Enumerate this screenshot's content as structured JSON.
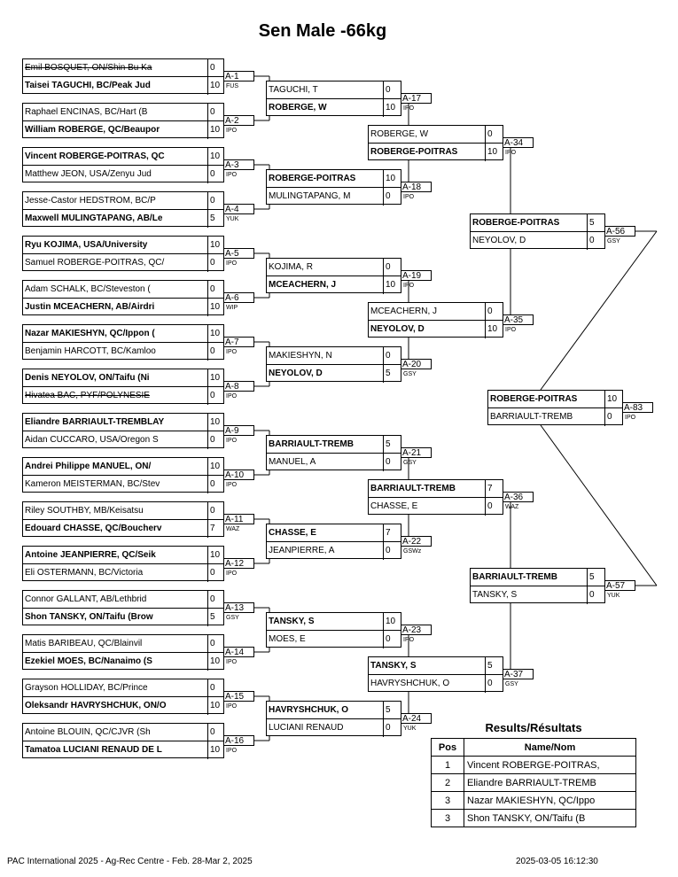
{
  "title": "Sen Male -66kg",
  "round1": [
    {
      "label": "A-1",
      "top": {
        "name": "Emil BOSQUET, ON/Shin Bu Ka",
        "score": "0",
        "strike": true
      },
      "bottom": {
        "name": "Taisei TAGUCHI, BC/Peak Jud",
        "score": "10",
        "bold": true
      },
      "tech": "FUS"
    },
    {
      "label": "A-2",
      "top": {
        "name": "Raphael ENCINAS, BC/Hart (B",
        "score": "0"
      },
      "bottom": {
        "name": "William ROBERGE, QC/Beaupor",
        "score": "10",
        "bold": true
      },
      "tech": "IPO"
    },
    {
      "label": "A-3",
      "top": {
        "name": "Vincent ROBERGE-POITRAS, QC",
        "score": "10",
        "bold": true
      },
      "bottom": {
        "name": "Matthew JEON, USA/Zenyu Jud",
        "score": "0"
      },
      "tech": "IPO"
    },
    {
      "label": "A-4",
      "top": {
        "name": "Jesse-Castor HEDSTROM, BC/P",
        "score": "0"
      },
      "bottom": {
        "name": "Maxwell MULINGTAPANG, AB/Le",
        "score": "5",
        "bold": true
      },
      "tech": "YUK"
    },
    {
      "label": "A-5",
      "top": {
        "name": "Ryu KOJIMA, USA/University",
        "score": "10",
        "bold": true
      },
      "bottom": {
        "name": "Samuel ROBERGE-POITRAS, QC/",
        "score": "0"
      },
      "tech": "IPO"
    },
    {
      "label": "A-6",
      "top": {
        "name": "Adam SCHALK, BC/Steveston (",
        "score": "0"
      },
      "bottom": {
        "name": "Justin MCEACHERN, AB/Airdri",
        "score": "10",
        "bold": true
      },
      "tech": "WIP"
    },
    {
      "label": "A-7",
      "top": {
        "name": "Nazar MAKIESHYN, QC/Ippon (",
        "score": "10",
        "bold": true
      },
      "bottom": {
        "name": "Benjamin HARCOTT, BC/Kamloo",
        "score": "0"
      },
      "tech": "IPO"
    },
    {
      "label": "A-8",
      "top": {
        "name": "Denis NEYOLOV, ON/Taifu (Ni",
        "score": "10",
        "bold": true
      },
      "bottom": {
        "name": "Hivatea BAC, PYF/POLYNESIE",
        "score": "0",
        "strike": true
      },
      "tech": "IPO"
    },
    {
      "label": "A-9",
      "top": {
        "name": "Eliandre BARRIAULT-TREMBLAY",
        "score": "10",
        "bold": true
      },
      "bottom": {
        "name": "Aidan CUCCARO, USA/Oregon S",
        "score": "0"
      },
      "tech": "IPO"
    },
    {
      "label": "A-10",
      "top": {
        "name": "Andrei Philippe MANUEL, ON/",
        "score": "10",
        "bold": true
      },
      "bottom": {
        "name": "Kameron MEISTERMAN, BC/Stev",
        "score": "0"
      },
      "tech": "IPO"
    },
    {
      "label": "A-11",
      "top": {
        "name": "Riley SOUTHBY, MB/Keisatsu",
        "score": "0"
      },
      "bottom": {
        "name": "Edouard CHASSE, QC/Boucherv",
        "score": "7",
        "bold": true
      },
      "tech": "WAZ"
    },
    {
      "label": "A-12",
      "top": {
        "name": "Antoine JEANPIERRE, QC/Seik",
        "score": "10",
        "bold": true
      },
      "bottom": {
        "name": "Eli OSTERMANN, BC/Victoria",
        "score": "0"
      },
      "tech": "IPO"
    },
    {
      "label": "A-13",
      "top": {
        "name": "Connor GALLANT, AB/Lethbrid",
        "score": "0"
      },
      "bottom": {
        "name": "Shon TANSKY, ON/Taifu (Brow",
        "score": "5",
        "bold": true
      },
      "tech": "GSY"
    },
    {
      "label": "A-14",
      "top": {
        "name": "Matis BARIBEAU, QC/Blainvil",
        "score": "0"
      },
      "bottom": {
        "name": "Ezekiel MOES, BC/Nanaimo (S",
        "score": "10",
        "bold": true
      },
      "tech": "IPO"
    },
    {
      "label": "A-15",
      "top": {
        "name": "Grayson HOLLIDAY, BC/Prince",
        "score": "0"
      },
      "bottom": {
        "name": "Oleksandr HAVRYSHCHUK, ON/O",
        "score": "10",
        "bold": true
      },
      "tech": "IPO"
    },
    {
      "label": "A-16",
      "top": {
        "name": "Antoine BLOUIN, QC/CJVR (Sh",
        "score": "0"
      },
      "bottom": {
        "name": "Tamatoa LUCIANI RENAUD DE L",
        "score": "10",
        "bold": true
      },
      "tech": "IPO"
    }
  ],
  "round2": [
    {
      "label": "A-17",
      "top": {
        "name": "TAGUCHI, T",
        "score": "0"
      },
      "bottom": {
        "name": "ROBERGE, W",
        "score": "10",
        "bold": true
      },
      "tech": "IPO"
    },
    {
      "label": "A-18",
      "top": {
        "name": "ROBERGE-POITRAS",
        "score": "10",
        "bold": true
      },
      "bottom": {
        "name": "MULINGTAPANG, M",
        "score": "0"
      },
      "tech": "IPO"
    },
    {
      "label": "A-19",
      "top": {
        "name": "KOJIMA, R",
        "score": "0"
      },
      "bottom": {
        "name": "MCEACHERN, J",
        "score": "10",
        "bold": true
      },
      "tech": "IPO"
    },
    {
      "label": "A-20",
      "top": {
        "name": "MAKIESHYN, N",
        "score": "0"
      },
      "bottom": {
        "name": "NEYOLOV, D",
        "score": "5",
        "bold": true
      },
      "tech": "GSY"
    },
    {
      "label": "A-21",
      "top": {
        "name": "BARRIAULT-TREMB",
        "score": "5",
        "bold": true
      },
      "bottom": {
        "name": "MANUEL, A",
        "score": "0"
      },
      "tech": "GSY"
    },
    {
      "label": "A-22",
      "top": {
        "name": "CHASSE, E",
        "score": "7",
        "bold": true
      },
      "bottom": {
        "name": "JEANPIERRE, A",
        "score": "0"
      },
      "tech": "GSWz"
    },
    {
      "label": "A-23",
      "top": {
        "name": "TANSKY, S",
        "score": "10",
        "bold": true
      },
      "bottom": {
        "name": "MOES, E",
        "score": "0"
      },
      "tech": "IPO"
    },
    {
      "label": "A-24",
      "top": {
        "name": "HAVRYSHCHUK, O",
        "score": "5",
        "bold": true
      },
      "bottom": {
        "name": "LUCIANI RENAUD",
        "score": "0"
      },
      "tech": "YUK"
    }
  ],
  "round3": [
    {
      "label": "A-34",
      "top": {
        "name": "ROBERGE, W",
        "score": "0"
      },
      "bottom": {
        "name": "ROBERGE-POITRAS",
        "score": "10",
        "bold": true
      },
      "tech": "IPO"
    },
    {
      "label": "A-35",
      "top": {
        "name": "MCEACHERN, J",
        "score": "0"
      },
      "bottom": {
        "name": "NEYOLOV, D",
        "score": "10",
        "bold": true
      },
      "tech": "IPO"
    },
    {
      "label": "A-36",
      "top": {
        "name": "BARRIAULT-TREMB",
        "score": "7",
        "bold": true
      },
      "bottom": {
        "name": "CHASSE, E",
        "score": "0"
      },
      "tech": "WAZ"
    },
    {
      "label": "A-37",
      "top": {
        "name": "TANSKY, S",
        "score": "5",
        "bold": true
      },
      "bottom": {
        "name": "HAVRYSHCHUK, O",
        "score": "0"
      },
      "tech": "GSY"
    }
  ],
  "semis": [
    {
      "label": "A-56",
      "top": {
        "name": "ROBERGE-POITRAS",
        "score": "5",
        "bold": true
      },
      "bottom": {
        "name": "NEYOLOV, D",
        "score": "0"
      },
      "tech": "GSY"
    },
    {
      "label": "A-57",
      "top": {
        "name": "BARRIAULT-TREMB",
        "score": "5",
        "bold": true
      },
      "bottom": {
        "name": "TANSKY, S",
        "score": "0"
      },
      "tech": "YUK"
    }
  ],
  "final": {
    "label": "A-83",
    "top": {
      "name": "ROBERGE-POITRAS",
      "score": "10",
      "bold": true
    },
    "bottom": {
      "name": "BARRIAULT-TREMB",
      "score": "0"
    },
    "tech": "IPO"
  },
  "results": {
    "title": "Results/Résultats",
    "col_pos": "Pos",
    "col_name": "Name/Nom",
    "rows": [
      {
        "pos": "1",
        "name": "Vincent ROBERGE-POITRAS,"
      },
      {
        "pos": "2",
        "name": "Eliandre BARRIAULT-TREMB"
      },
      {
        "pos": "3",
        "name": "Nazar MAKIESHYN, QC/Ippo"
      },
      {
        "pos": "3",
        "name": "Shon TANSKY, ON/Taifu (B"
      }
    ]
  },
  "footer": {
    "left": "PAC International 2025 - Ag-Rec Centre - Feb. 28-Mar 2, 2025",
    "right": "2025-03-05 16:12:30"
  }
}
